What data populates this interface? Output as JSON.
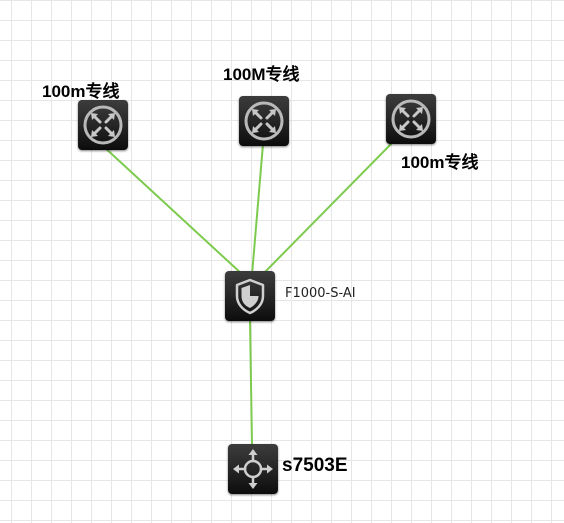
{
  "links_color": "#7dcb4e",
  "nodes": {
    "router_left": {
      "label": "100m专线",
      "icon": "router-icon"
    },
    "router_mid": {
      "label": "100M专线",
      "icon": "router-icon"
    },
    "router_right": {
      "label": "100m专线",
      "icon": "router-icon"
    },
    "firewall": {
      "label": "F1000-S-AI",
      "icon": "firewall-shield-icon"
    },
    "core_switch": {
      "label": "s7503E",
      "icon": "layer3-switch-icon"
    }
  }
}
